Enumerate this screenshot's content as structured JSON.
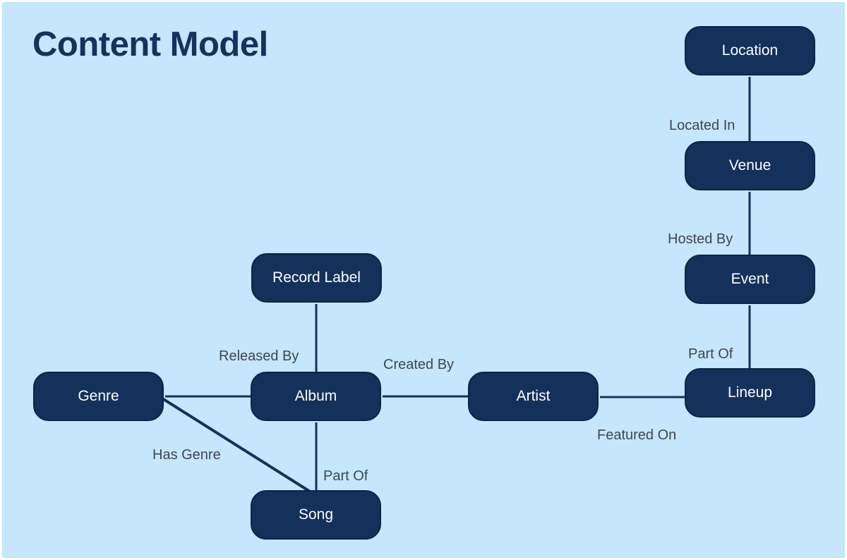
{
  "title": "Content Model",
  "colors": {
    "bg": "#c5e6fc",
    "node-fill": "#14315c",
    "node-border": "#0a2444",
    "node-text": "#ffffff",
    "edge": "#14305c",
    "edge-label": "#41464c",
    "title": "#16325c",
    "frame": "#ffffff"
  },
  "nodes": [
    {
      "id": "location",
      "label": "Location"
    },
    {
      "id": "venue",
      "label": "Venue"
    },
    {
      "id": "event",
      "label": "Event"
    },
    {
      "id": "lineup",
      "label": "Lineup"
    },
    {
      "id": "record-label",
      "label": "Record Label"
    },
    {
      "id": "album",
      "label": "Album"
    },
    {
      "id": "artist",
      "label": "Artist"
    },
    {
      "id": "genre",
      "label": "Genre"
    },
    {
      "id": "song",
      "label": "Song"
    }
  ],
  "edges": [
    {
      "from": "Location",
      "to": "Venue",
      "label": "Located In"
    },
    {
      "from": "Venue",
      "to": "Event",
      "label": "Hosted By"
    },
    {
      "from": "Event",
      "to": "Lineup",
      "label": "Part Of"
    },
    {
      "from": "Record Label",
      "to": "Album",
      "label": "Released By"
    },
    {
      "from": "Album",
      "to": "Artist",
      "label": "Created By"
    },
    {
      "from": "Artist",
      "to": "Lineup",
      "label": "Featured On"
    },
    {
      "from": "Album",
      "to": "Song",
      "label": "Part Of"
    },
    {
      "from": "Genre",
      "to": "Song",
      "label": "Has Genre"
    },
    {
      "from": "Genre",
      "to": "Album",
      "label": ""
    }
  ]
}
